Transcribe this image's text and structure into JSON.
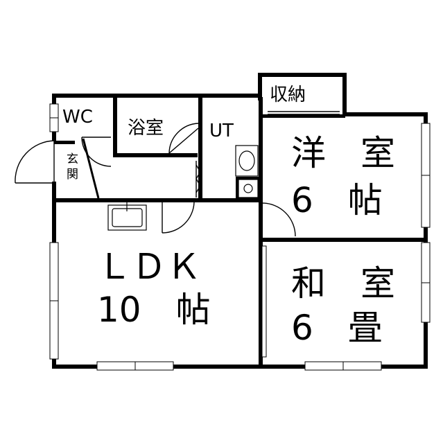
{
  "floorplan": {
    "rooms": {
      "wc": "WC",
      "bath": "浴室",
      "utility": "UT",
      "storage": "収納",
      "entrance_line1": "玄",
      "entrance_line2": "関",
      "western_room_label": "洋　室",
      "western_room_size": "6　帖",
      "ldk_label": "ＬＤＫ",
      "ldk_size": "10　帖",
      "japanese_room_label": "和　室",
      "japanese_room_size": "6　畳"
    }
  }
}
